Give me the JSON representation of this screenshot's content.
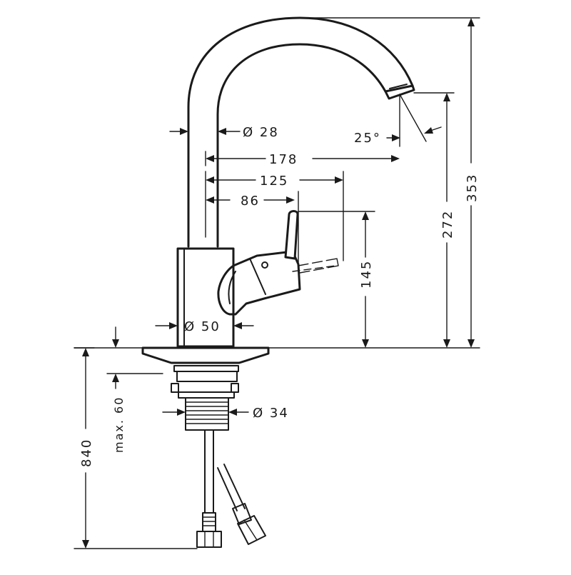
{
  "dimensions": {
    "hose_diameter": "Ø 28",
    "spout_angle": "25°",
    "spout_reach": "178",
    "handle_reach": "125",
    "handle_offset": "86",
    "handle_height": "145",
    "spout_outlet_height": "272",
    "total_height": "353",
    "body_diameter": "Ø 50",
    "thread_diameter": "Ø 34",
    "max_counter_thickness": "max. 60",
    "hose_length": "840"
  }
}
